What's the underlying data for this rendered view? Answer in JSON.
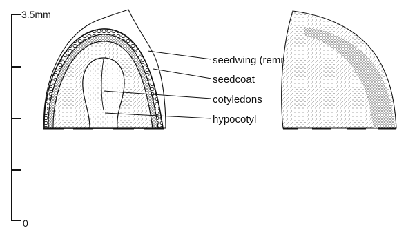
{
  "scale": {
    "top_label": "3.5mm",
    "bottom_label": "0",
    "tick_count": 4
  },
  "labels": {
    "seedwing": "seedwing (remnant)",
    "seedcoat": "seedcoat",
    "cotyledons": "cotyledons",
    "hypocotyl": "hypocotyl"
  },
  "colors": {
    "ink": "#111111",
    "background": "#ffffff"
  }
}
